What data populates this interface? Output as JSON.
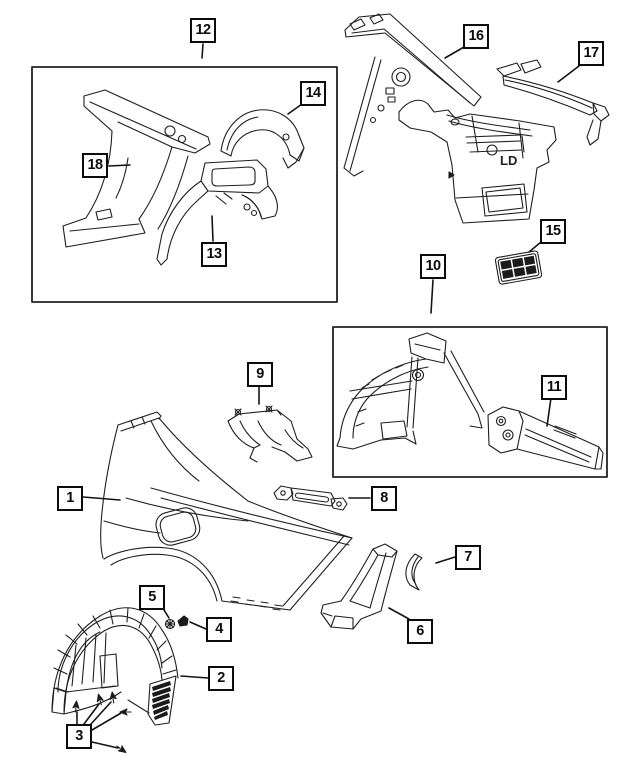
{
  "diagram": {
    "type": "parts-illustration",
    "stamp_text": "LD"
  },
  "colors": {
    "background": "#ffffff",
    "line": "#1f1f1f",
    "leader": "#141414",
    "callout_border": "#0c0c0c",
    "fastener_fill": "#1b1b1b"
  },
  "callouts": [
    {
      "label": "1"
    },
    {
      "label": "2"
    },
    {
      "label": "3"
    },
    {
      "label": "4"
    },
    {
      "label": "5"
    },
    {
      "label": "6"
    },
    {
      "label": "7"
    },
    {
      "label": "8"
    },
    {
      "label": "9"
    },
    {
      "label": "10"
    },
    {
      "label": "11"
    },
    {
      "label": "12"
    },
    {
      "label": "13"
    },
    {
      "label": "14"
    },
    {
      "label": "15"
    },
    {
      "label": "16"
    },
    {
      "label": "17"
    },
    {
      "label": "18"
    }
  ]
}
